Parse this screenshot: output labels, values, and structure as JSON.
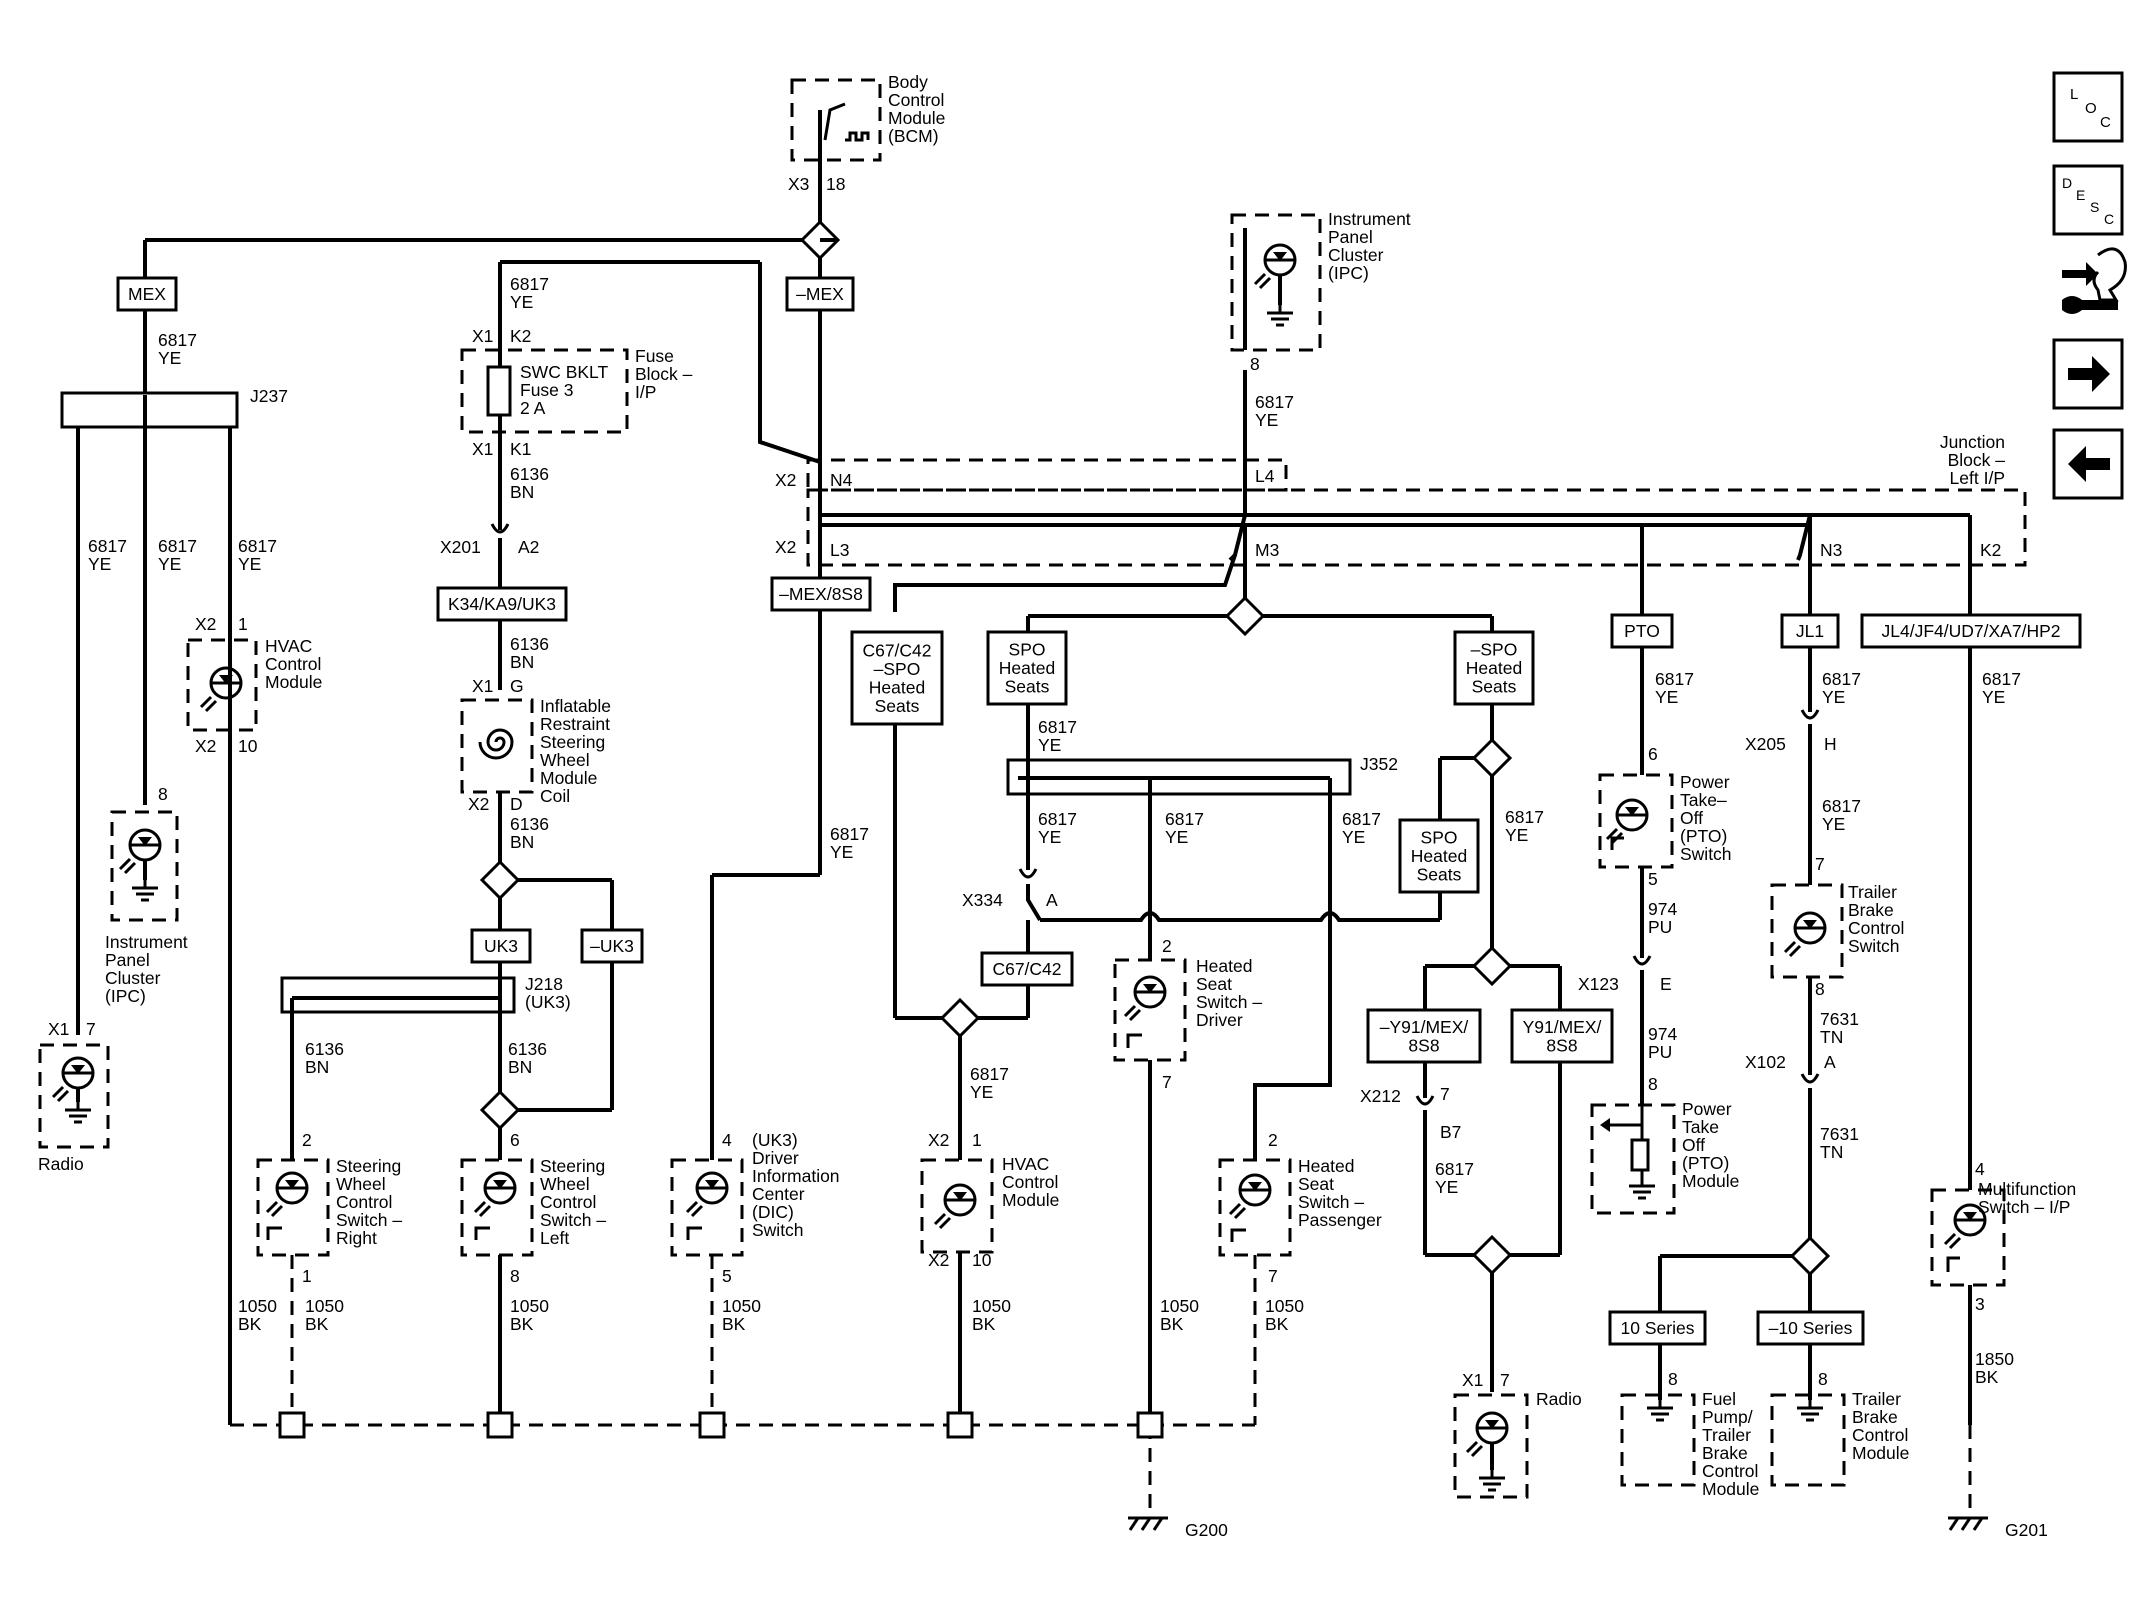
{
  "modules": {
    "bcm": [
      "Body",
      "Control",
      "Module",
      "(BCM)"
    ],
    "ipc_top": [
      "Instrument",
      "Panel",
      "Cluster",
      "(IPC)"
    ],
    "fuse_block": [
      "Fuse",
      "Block –",
      "I/P"
    ],
    "fuse": [
      "SWC BKLT",
      "Fuse 3",
      "2 A"
    ],
    "junction_block": [
      "Junction",
      "Block –",
      "Left I/P"
    ],
    "hvac_left": [
      "HVAC",
      "Control",
      "Module"
    ],
    "ipc_left": [
      "Instrument",
      "Panel",
      "Cluster",
      "(IPC)"
    ],
    "radio_left": "Radio",
    "airbag": [
      "Inflatable",
      "Restraint",
      "Steering",
      "Wheel",
      "Module",
      "Coil"
    ],
    "swc_right": [
      "Steering",
      "Wheel",
      "Control",
      "Switch –",
      "Right"
    ],
    "swc_left": [
      "Steering",
      "Wheel",
      "Control",
      "Switch –",
      "Left"
    ],
    "dic": [
      "(UK3)",
      "Driver",
      "Information",
      "Center",
      "(DIC)",
      "Switch"
    ],
    "hvac_mid": [
      "HVAC",
      "Control",
      "Module"
    ],
    "seat_driver": [
      "Heated",
      "Seat",
      "Switch –",
      "Driver"
    ],
    "seat_passenger": [
      "Heated",
      "Seat",
      "Switch –",
      "Passenger"
    ],
    "radio_right": "Radio",
    "pto_switch": [
      "Power",
      "Take–",
      "Off",
      "(PTO)",
      "Switch"
    ],
    "pto_module": [
      "Power",
      "Take",
      "Off",
      "(PTO)",
      "Module"
    ],
    "trailer_switch": [
      "Trailer",
      "Brake",
      "Control",
      "Switch"
    ],
    "fuel_pump": [
      "Fuel",
      "Pump/",
      "Trailer",
      "Brake",
      "Control",
      "Module"
    ],
    "trailer_module": [
      "Trailer",
      "Brake",
      "Control",
      "Module"
    ],
    "multifunction": [
      "Multifunction",
      "Switch – I/P"
    ]
  },
  "options": {
    "mex": "MEX",
    "not_mex": "–MEX",
    "k34": "K34/KA9/UK3",
    "not_mex_8s8": "–MEX/8S8",
    "c67_spo": [
      "C67/C42",
      "–SPO",
      "Heated",
      "Seats"
    ],
    "spo_heated": [
      "SPO",
      "Heated",
      "Seats"
    ],
    "not_spo_heated": [
      "–SPO",
      "Heated",
      "Seats"
    ],
    "spo_heated_2": [
      "SPO",
      "Heated",
      "Seats"
    ],
    "pto": "PTO",
    "jl1": "JL1",
    "jl4": "JL4/JF4/UD7/XA7/HP2",
    "uk3": "UK3",
    "not_uk3": "–UK3",
    "c67": "C67/C42",
    "not_y91": [
      "–Y91/MEX/",
      "8S8"
    ],
    "y91": [
      "Y91/MEX/",
      "8S8"
    ],
    "series10": "10 Series",
    "not_series10": "–10 Series"
  },
  "splices": {
    "j237": "J237",
    "j352": "J352",
    "j218": [
      "J218",
      "(UK3)"
    ]
  },
  "grounds": {
    "g200": "G200",
    "g201": "G201"
  },
  "connectors": {
    "x3": "X3",
    "x3_pin": "18",
    "x1_k2": "X1",
    "k2": "K2",
    "x1_k1": "X1",
    "k1": "K1",
    "x201": "X201",
    "x201_pin": "A2",
    "airbag_x1": "X1",
    "airbag_g": "G",
    "airbag_x2": "X2",
    "airbag_d": "D",
    "jb_x2a": "X2",
    "jb_n4": "N4",
    "jb_l4": "L4",
    "jb_x2b": "X2",
    "jb_l3": "L3",
    "jb_m3": "M3",
    "jb_n3": "N3",
    "jb_k2": "K2",
    "ipc_pin": "8",
    "hvac_left_x2a": "X2",
    "hvac_left_pin_a": "1",
    "hvac_left_x2b": "X2",
    "hvac_left_pin_b": "10",
    "ipc_left_pin": "8",
    "radio_left_x1": "X1",
    "radio_left_pin": "7",
    "swc_r_top": "2",
    "swc_r_bot": "1",
    "swc_l_top": "6",
    "swc_l_bot": "8",
    "dic_top": "4",
    "dic_bot": "5",
    "hvac_mid_x2a": "X2",
    "hvac_mid_pin_a": "1",
    "hvac_mid_x2b": "X2",
    "hvac_mid_pin_b": "10",
    "x334": "X334",
    "x334_pin": "A",
    "seat_d_top": "2",
    "seat_d_bot": "7",
    "seat_p_top": "2",
    "seat_p_bot": "7",
    "x212": "X212",
    "x212_pin_a": "7",
    "x212_pin_b": "B7",
    "radio_right_x1": "X1",
    "radio_right_pin": "7",
    "pto_sw_top": "6",
    "pto_sw_bot": "5",
    "x123": "X123",
    "x123_pin": "E",
    "pto_mod_pin": "8",
    "x205": "X205",
    "x205_pin": "H",
    "trailer_sw_top": "7",
    "trailer_sw_bot": "8",
    "x102": "X102",
    "x102_pin": "A",
    "fuel_pin": "8",
    "trailer_mod_pin": "8",
    "multi_top": "4",
    "multi_bot": "3"
  },
  "wires": {
    "w6817": "6817",
    "ye": "YE",
    "w6136": "6136",
    "bn": "BN",
    "w974": "974",
    "pu": "PU",
    "w7631": "7631",
    "tn": "TN",
    "w1050": "1050",
    "bk": "BK",
    "w1850": "1850"
  },
  "nav": {
    "loc": [
      "L",
      "O",
      "C"
    ],
    "desc": [
      "D",
      "E",
      "S",
      "C"
    ],
    "next_arrow": "→",
    "prev_arrow": "←"
  }
}
